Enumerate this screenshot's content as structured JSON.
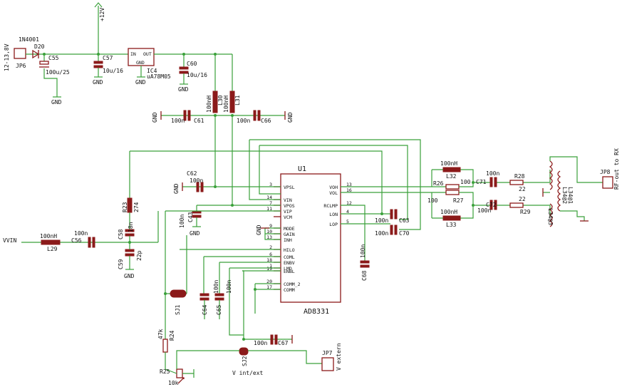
{
  "labels": {
    "p12v": "+12V",
    "jp6_name": "JP6",
    "jp6_val": "12-13,8V",
    "d20_type": "1N4001",
    "d20_name": "D20",
    "c55_name": "C55",
    "c55_val": "100u/25",
    "gnd": "GND",
    "c57_name": "C57",
    "c57_val": "10u/16",
    "ic4_in": "IN",
    "ic4_out": "OUT",
    "ic4_gnd": "GND",
    "ic4_name": "IC4",
    "ic4_val": "uA78M05",
    "c60_name": "C60",
    "c60_val": "10u/16",
    "l30_name": "L30",
    "l30_val": "100nH",
    "l31_name": "L31",
    "l31_val": "100nH",
    "c61_name": "C61",
    "c61_val": "100n",
    "c66_name": "C66",
    "c66_val": "100n",
    "gnd_left": "GND",
    "gnd_right": "GND",
    "u1_name": "U1",
    "u1_part": "AD8331",
    "c62_name": "C62",
    "c62_val": "100n",
    "c63_name": "C63",
    "c63_val": "100n",
    "c43_name": "C43",
    "c43_val": "100n",
    "r23_name": "R23",
    "r23_val": "274",
    "c58_name": "C58",
    "c58_val": "18n",
    "c59_name": "C59",
    "c59_val": "22p",
    "vvin": "VVIN",
    "l29_name": "L29",
    "l29_val": "100nH",
    "c56_name": "C56",
    "c56_val": "100n",
    "c70_name": "C70",
    "c70_val": "100n",
    "c68_name": "C68",
    "c68_val": "100n",
    "c64_name": "C64",
    "c64_val": "100n",
    "c65_name": "C65",
    "c65_val": "100n",
    "sj1": "SJ1",
    "r24_name": "R24",
    "r24_val": "47k",
    "sj2": "SJ2",
    "sj2_label": "V int/ext",
    "c67_name": "C67",
    "c67_val": "100n",
    "jp7_name": "JP7",
    "jp7_label": "V extern",
    "r25_name": "R25",
    "r25_val": "10k",
    "l32_name": "L32",
    "l32_val": "100nH",
    "l33_name": "L33",
    "l33_val": "100nH",
    "r26_name": "R26",
    "r26_val": "100",
    "r27_name": "R27",
    "r27_val": "100",
    "c71_name": "C71",
    "c71_val": "100n",
    "c72_name": "C72",
    "c72_val": "100n",
    "r28_name": "R28",
    "r28_val": "22",
    "r29_name": "R29",
    "r29_val": "22",
    "l34_name": "L34@2",
    "l34b_name": "L34@1",
    "l34c_name": "L34@3",
    "jp8_name": "JP8",
    "jp8_label": "RF-out to RX",
    "gnd_top": "GND"
  },
  "u1_pins_left": [
    {
      "num": "3",
      "name": "VPSL"
    },
    {
      "num": "14",
      "name": "VIN"
    },
    {
      "num": "7",
      "name": "VPOS"
    },
    {
      "num": "11",
      "name": "VIP"
    },
    {
      "num": "",
      "name": "VCM"
    },
    {
      "num": "9",
      "name": "MODE"
    },
    {
      "num": "10",
      "name": "GAIN"
    },
    {
      "num": "13",
      "name": "INH"
    },
    {
      "num": "2",
      "name": "HILO"
    },
    {
      "num": "6",
      "name": "COML"
    },
    {
      "num": "18",
      "name": "ENBV"
    },
    {
      "num": "1",
      "name": "LMD"
    },
    {
      "num": "19",
      "name": "ENBL"
    },
    {
      "num": "20",
      "name": "COMM_2"
    },
    {
      "num": "17",
      "name": "COMM"
    }
  ],
  "u1_pins_right": [
    {
      "num": "13",
      "name": "VOH"
    },
    {
      "num": "16",
      "name": "VOL"
    },
    {
      "num": "12",
      "name": "RCLMP"
    },
    {
      "num": "4",
      "name": "LON"
    },
    {
      "num": "5",
      "name": "LOP"
    }
  ],
  "colors": {
    "wire": "#3aa03a",
    "component": "#8b1a1a",
    "text": "#111111"
  }
}
